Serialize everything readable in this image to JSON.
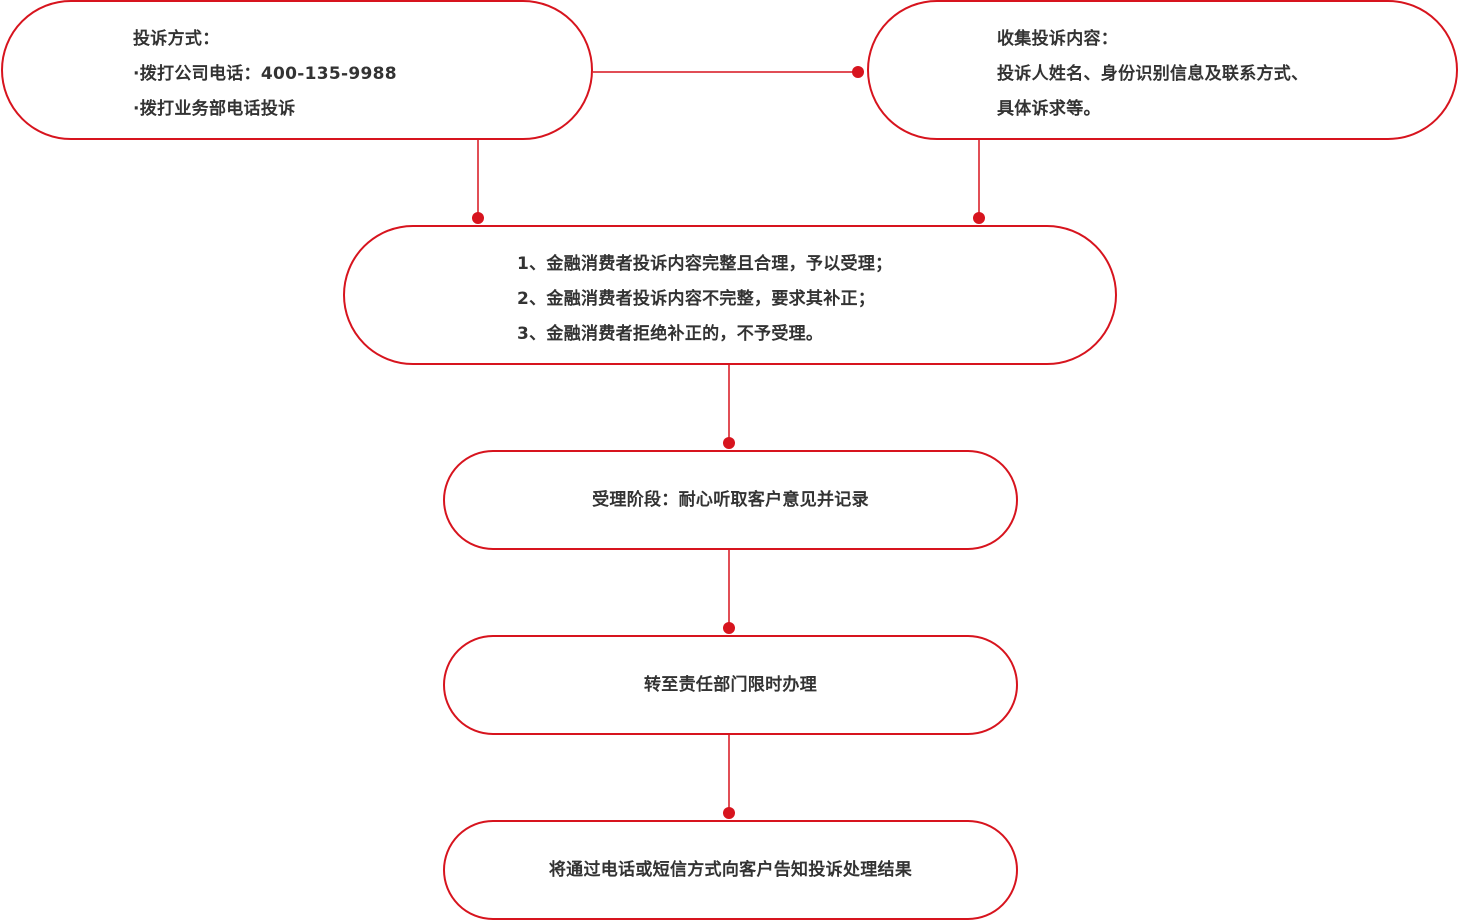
{
  "theme": {
    "accent_color": "#d7141e",
    "text_color": "#333333",
    "background_color": "#ffffff"
  },
  "complaint_method": {
    "title": "投诉方式：",
    "items": [
      "·拨打公司电话：400-135-9988",
      "·拨打业务部电话投诉"
    ]
  },
  "collect_content": {
    "title": "收集投诉内容：",
    "lines": [
      "投诉人姓名、身份识别信息及联系方式、",
      "具体诉求等。"
    ]
  },
  "review": {
    "lines": [
      "1、金融消费者投诉内容完整且合理，予以受理；",
      "2、金融消费者投诉内容不完整，要求其补正；",
      "3、金融消费者拒绝补正的，不予受理。"
    ]
  },
  "steps": {
    "accept": "受理阶段：耐心听取客户意见并记录",
    "transfer": "转至责任部门限时办理",
    "notify": "将通过电话或短信方式向客户告知投诉处理结果"
  }
}
